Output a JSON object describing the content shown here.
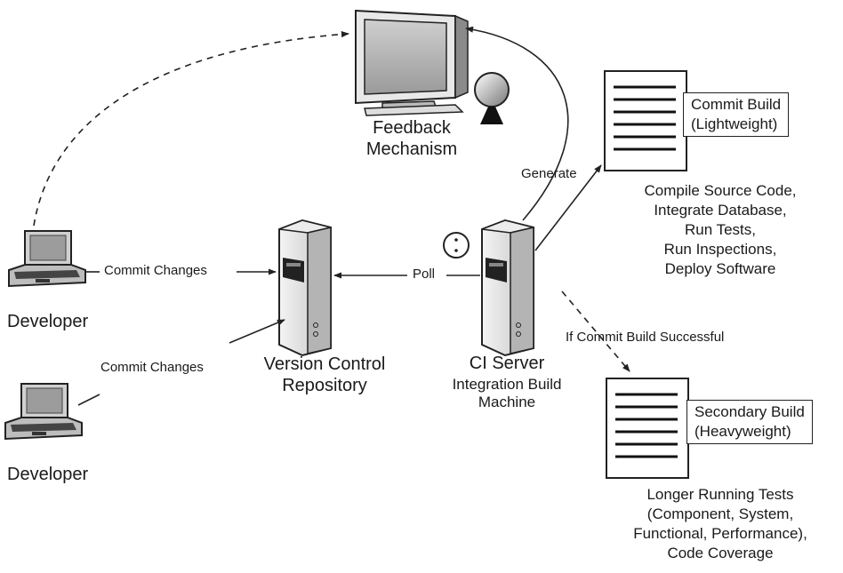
{
  "feedback": {
    "line1": "Feedback",
    "line2": "Mechanism"
  },
  "developer_top": {
    "label": "Developer"
  },
  "developer_bottom": {
    "label": "Developer"
  },
  "edges": {
    "commit_changes_top": "Commit Changes",
    "commit_changes_bottom": "Commit Changes",
    "poll": "Poll",
    "generate": "Generate",
    "if_commit_success": "If Commit Build Successful"
  },
  "repository": {
    "line1": "Version Control",
    "line2": "Repository"
  },
  "ci_server": {
    "title": "CI Server",
    "line1": "Integration Build",
    "line2": "Machine"
  },
  "commit_build": {
    "line1": "Commit Build",
    "line2": "(Lightweight)",
    "tasks": [
      "Compile Source Code,",
      "Integrate Database,",
      "Run Tests,",
      "Run Inspections,",
      "Deploy Software"
    ]
  },
  "secondary_build": {
    "line1": "Secondary Build",
    "line2": "(Heavyweight)",
    "tasks": [
      "Longer Running Tests",
      "(Component, System,",
      "Functional, Performance),",
      "Code Coverage"
    ]
  }
}
